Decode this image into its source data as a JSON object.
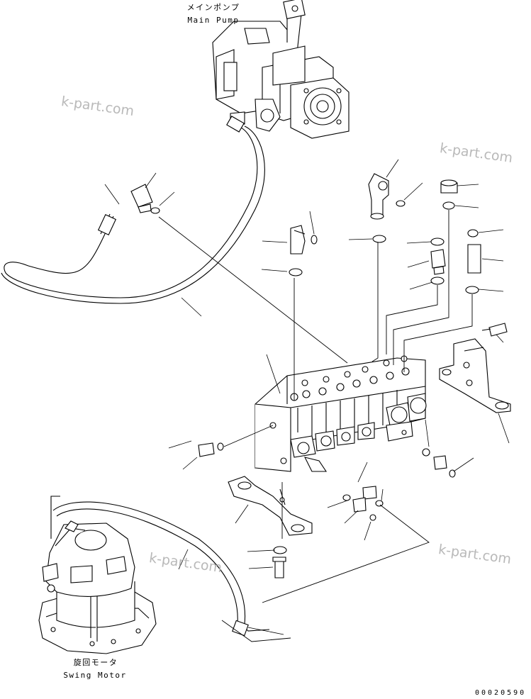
{
  "labels": {
    "main_pump_ja": "メインポンプ",
    "main_pump_en": "Main Pump",
    "swing_motor_ja": "旋回モータ",
    "swing_motor_en": "Swing Motor"
  },
  "watermark": "k-part.com",
  "drawing_code": "00020590",
  "colors": {
    "line": "#000000",
    "watermark": "#b9b9b9",
    "background": "#ffffff"
  }
}
